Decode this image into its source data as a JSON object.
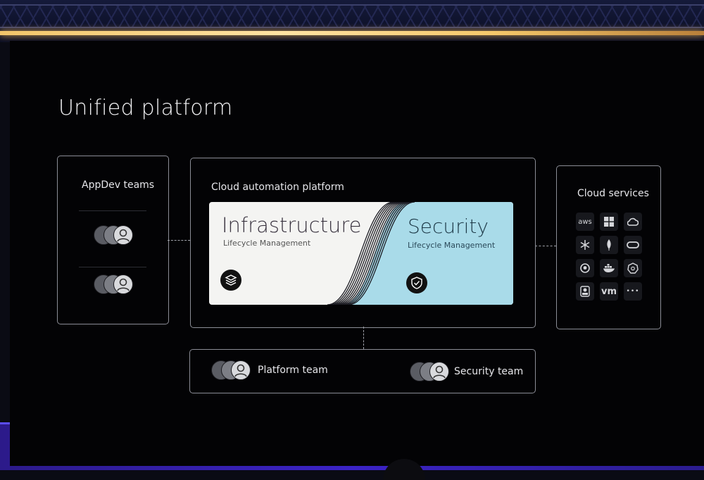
{
  "slide": {
    "title": "Unified platform"
  },
  "appdev": {
    "label": "AppDev teams"
  },
  "platform": {
    "label": "Cloud automation platform",
    "infrastructure": {
      "title": "Infrastructure",
      "subtitle": "Lifecycle Management",
      "icon": "layers-icon"
    },
    "security": {
      "title": "Security",
      "subtitle": "Lifecycle Management",
      "icon": "shield-check-icon"
    }
  },
  "cloud": {
    "label": "Cloud services",
    "icons": [
      {
        "name": "aws-icon",
        "text": "aws"
      },
      {
        "name": "windows-icon",
        "text": ""
      },
      {
        "name": "google-cloud-icon",
        "text": ""
      },
      {
        "name": "snowflake-icon",
        "text": ""
      },
      {
        "name": "mongodb-icon",
        "text": ""
      },
      {
        "name": "oracle-icon",
        "text": ""
      },
      {
        "name": "github-icon",
        "text": ""
      },
      {
        "name": "docker-icon",
        "text": ""
      },
      {
        "name": "kubernetes-icon",
        "text": ""
      },
      {
        "name": "jenkins-icon",
        "text": ""
      },
      {
        "name": "vmware-icon",
        "text": "vm"
      },
      {
        "name": "more-icon",
        "text": "•••"
      }
    ]
  },
  "teams": {
    "platform_label": "Platform team",
    "security_label": "Security team"
  },
  "colors": {
    "infra_bg": "#f4f4f2",
    "security_bg": "#a9dbe9",
    "stage_glow": "#3b23c6",
    "light_bar": "#ffe3a3"
  }
}
